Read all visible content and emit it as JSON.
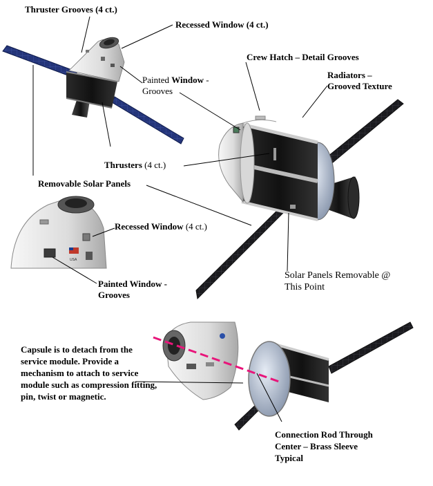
{
  "labels": {
    "thruster_grooves": {
      "bold": "Thruster Grooves (4 ct.)"
    },
    "recessed_window_top": {
      "bold": "Recessed Window (4 ct.)"
    },
    "crew_hatch": {
      "bold": "Crew Hatch – Detail Grooves"
    },
    "painted_window_top": {
      "part1": "Painted ",
      "part2": "Window",
      "part3": " -",
      "line2": "Grooves"
    },
    "radiators": {
      "line1": "Radiators –",
      "line2": "Grooved Texture"
    },
    "thrusters": {
      "bold": "Thrusters",
      "normal": " (4 ct.)"
    },
    "removable_solar_panels": {
      "bold": "Removable Solar Panels"
    },
    "recessed_window_mid": {
      "bold": "Recessed Window",
      "normal": " (4 ct.)"
    },
    "painted_window_mid": {
      "line1": "Painted Window -",
      "line2": "Grooves"
    },
    "solar_panels_removable": {
      "line1": "Solar Panels Removable @",
      "line2": "This Point"
    },
    "capsule_detach": {
      "text": "Capsule is to detach from the service module. Provide a mechanism to attach to service module such as compression fitting, pin, twist or magnetic."
    },
    "connection_rod": {
      "line1": "Connection Rod Through",
      "line2": "Center – Brass Sleeve",
      "line3": "Typical"
    },
    "usa_flag_text": "USA"
  },
  "colors": {
    "panel": "#1f3a8c",
    "panel_dark": "#14255e",
    "module_black": "#1a1a1a",
    "capsule_white": "#e8e8e8",
    "rod_dash": "#e8157a"
  }
}
